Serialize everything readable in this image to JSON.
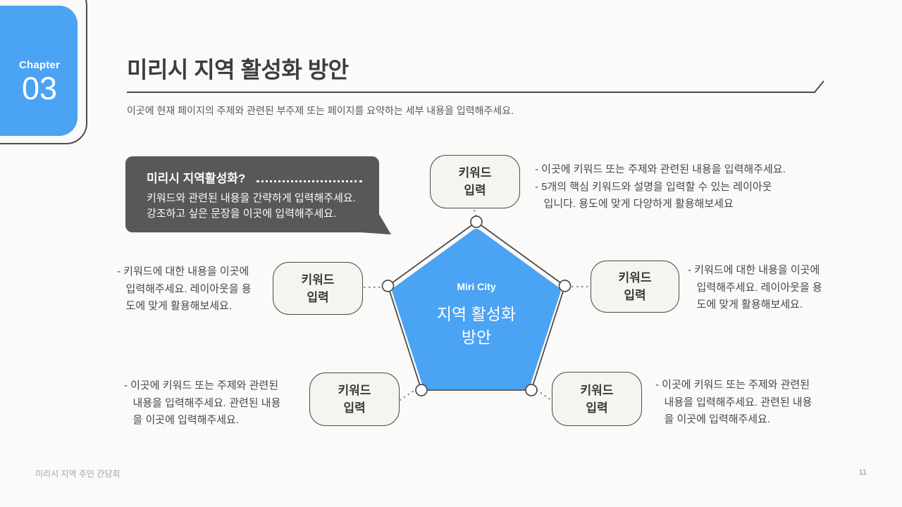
{
  "colors": {
    "accent_blue": "#4BA3F4",
    "outline_gray": "#4C4C4C",
    "bubble_bg": "#58575A",
    "background": "#FBFAF8"
  },
  "chapter": {
    "label": "Chapter",
    "number": "03"
  },
  "header": {
    "title": "미리시 지역 활성화 방안",
    "subtitle": "이곳에 현재 페이지의 주제와 관련된 부주제 또는 페이지를 요약하는 세부 내용을 입력해주세요."
  },
  "bubble": {
    "title": "미리시 지역활성화?",
    "body": "키워드와 관련된 내용을 간략하게 입력해주세요.\n강조하고 싶은 문장을 이곳에 입력해주세요."
  },
  "pentagon": {
    "subtitle": "Miri City",
    "title": "지역 활성화\n방안"
  },
  "keywords": {
    "top": {
      "label": "키워드\n입력",
      "note": "- 이곳에 키워드 또는 주제와 관련된 내용을 입력해주세요.\n- 5개의 핵심 키워드와 설명을 입력할 수 있는 레이아웃\n   입니다. 용도에 맞게 다양하게 활용해보세요"
    },
    "left": {
      "label": "키워드\n입력",
      "note": "- 키워드에 대한 내용을 이곳에\n   입력해주세요. 레이아웃을 용\n   도에 맞게 활용해보세요."
    },
    "right": {
      "label": "키워드\n입력",
      "note": "- 키워드에 대한 내용을 이곳에\n   입력해주세요. 레이아웃을 용\n   도에 맞게 활용해보세요."
    },
    "bottom_left": {
      "label": "키워드\n입력",
      "note": "- 이곳에 키워드 또는 주제와 관련된\n   내용을 입력해주세요. 관련된 내용\n   을 이곳에 입력해주세요."
    },
    "bottom_right": {
      "label": "키워드\n입력",
      "note": "- 이곳에 키워드 또는 주제와 관련된\n   내용을 입력해주세요. 관련된 내용\n   을 이곳에 입력해주세요."
    }
  },
  "footer": {
    "left": "미리시 지역 주민 간담회",
    "page_number": "11"
  }
}
